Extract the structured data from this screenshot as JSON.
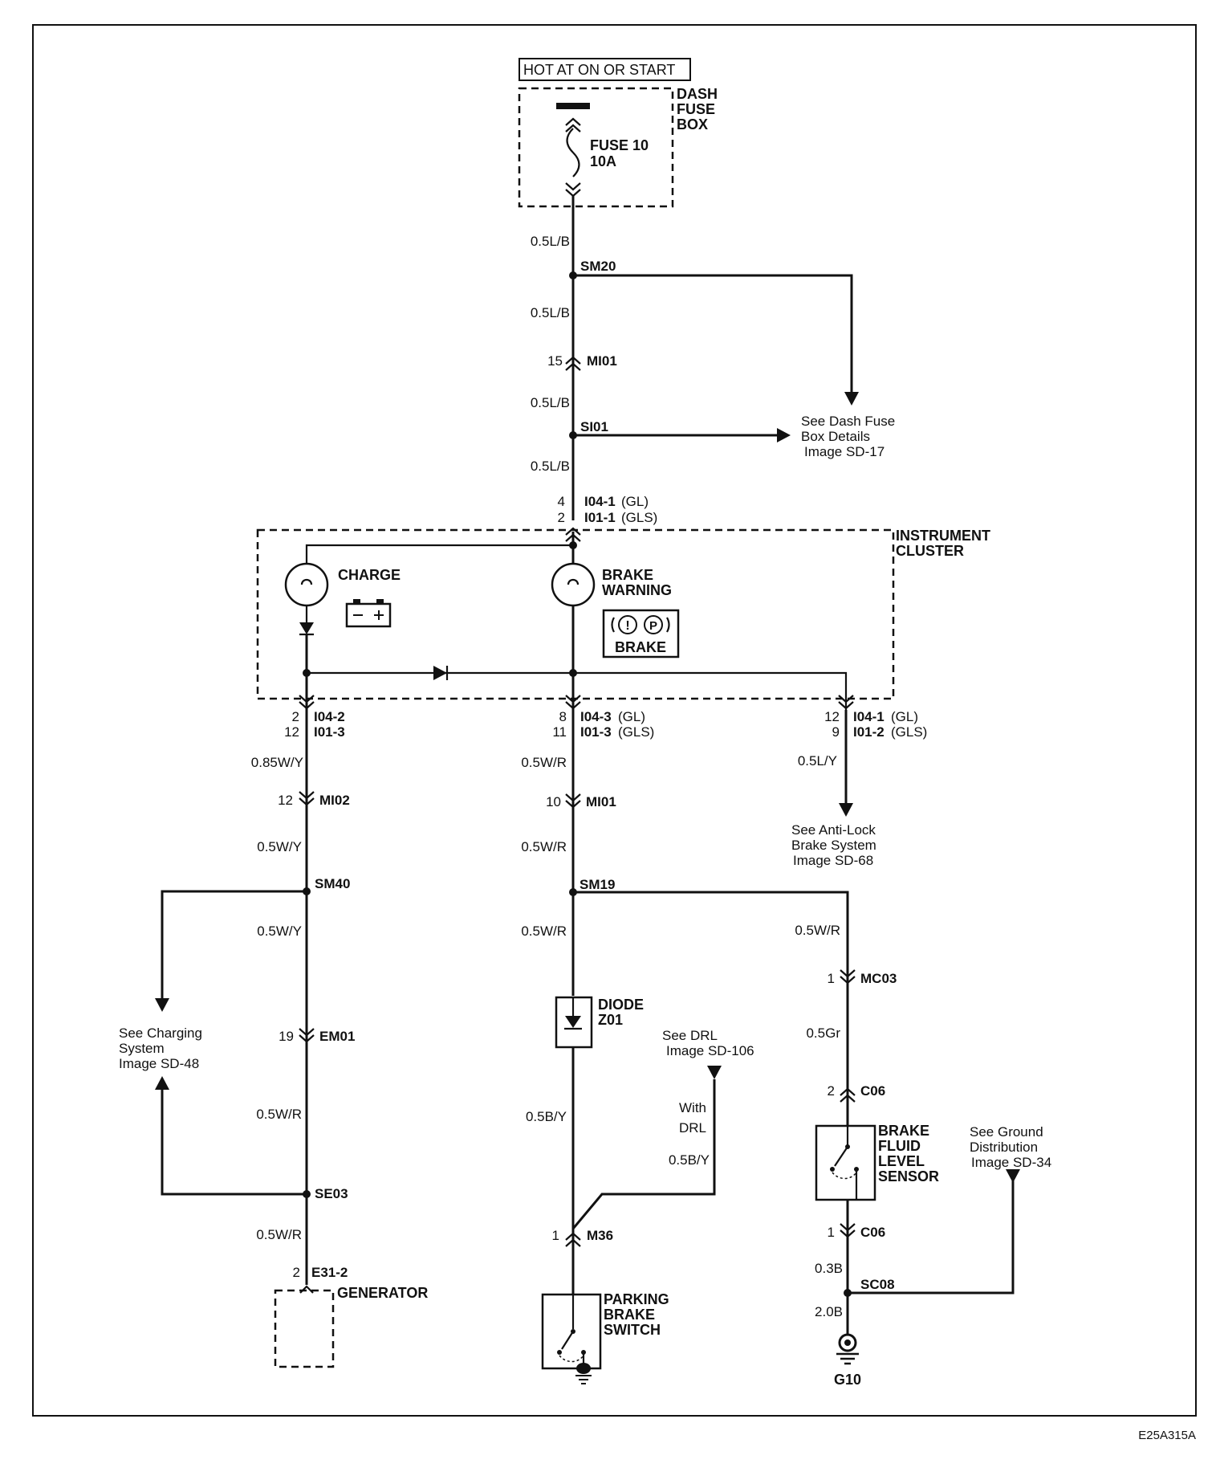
{
  "power_source": "HOT AT ON OR START",
  "fuse_box": {
    "label1": "DASH",
    "label2": "FUSE",
    "label3": "BOX",
    "fuse_name": "FUSE 10",
    "fuse_rating": "10A"
  },
  "wires": {
    "w1": "0.5L/B",
    "w2": "0.5L/B",
    "w3": "0.5L/B",
    "w4": "0.5L/B",
    "w_charge_1": "0.85W/Y",
    "w_charge_2": "0.5W/Y",
    "w_charge_3": "0.5W/Y",
    "w_charge_4": "0.5W/R",
    "w_charge_5": "0.5W/R",
    "w_brake_1": "0.5W/R",
    "w_brake_2": "0.5W/R",
    "w_brake_3": "0.5W/R",
    "w_brake_4": "0.5B/Y",
    "w_drl": "0.5B/Y",
    "w_abs": "0.5L/Y",
    "w_fluid_1": "0.5W/R",
    "w_fluid_2": "0.5Gr",
    "w_fluid_3": "0.3B",
    "w_fluid_4": "2.0B"
  },
  "splices": {
    "sm20": "SM20",
    "si01": "SI01",
    "sm40": "SM40",
    "se03": "SE03",
    "sm19": "SM19",
    "sc08": "SC08"
  },
  "connectors": {
    "mi01_top": {
      "pin": "15",
      "name": "MI01"
    },
    "cluster_in": {
      "pin1": "4",
      "name1": "I04-1",
      "suffix1": "(GL)",
      "pin2": "2",
      "name2": "I01-1",
      "suffix2": "(GLS)"
    },
    "charge_out": {
      "pin1": "2",
      "name1": "I04-2",
      "pin2": "12",
      "name2": "I01-3"
    },
    "brake_out": {
      "pin1": "8",
      "name1": "I04-3",
      "suffix1": "(GL)",
      "pin2": "11",
      "name2": "I01-3",
      "suffix2": "(GLS)"
    },
    "abs_out": {
      "pin1": "12",
      "name1": "I04-1",
      "suffix1": "(GL)",
      "pin2": "9",
      "name2": "I01-2",
      "suffix2": "(GLS)"
    },
    "mi02": {
      "pin": "12",
      "name": "MI02"
    },
    "mi01_mid": {
      "pin": "10",
      "name": "MI01"
    },
    "em01": {
      "pin": "19",
      "name": "EM01"
    },
    "mc03": {
      "pin": "1",
      "name": "MC03"
    },
    "c06_top": {
      "pin": "2",
      "name": "C06"
    },
    "c06_bottom": {
      "pin": "1",
      "name": "C06"
    },
    "m36": {
      "pin": "1",
      "name": "M36"
    },
    "e31": {
      "pin": "2",
      "name": "E31-2"
    }
  },
  "components": {
    "cluster_line1": "INSTRUMENT",
    "cluster_line2": "CLUSTER",
    "charge": "CHARGE",
    "brake_line1": "BRAKE",
    "brake_line2": "WARNING",
    "brake_symbol_1": "!",
    "brake_symbol_2": "P",
    "brake_symbol_text": "BRAKE",
    "diode_name": "DIODE",
    "diode_id": "Z01",
    "parking_line1": "PARKING",
    "parking_line2": "BRAKE",
    "parking_line3": "SWITCH",
    "fluid_line1": "BRAKE",
    "fluid_line2": "FLUID",
    "fluid_line3": "LEVEL",
    "fluid_line4": "SENSOR",
    "generator": "GENERATOR",
    "ground": "G10",
    "drl_line1": "With",
    "drl_line2": "DRL"
  },
  "references": {
    "fuse_box_ref": {
      "line1": "See Dash Fuse",
      "line2": "Box Details",
      "line3": "Image   SD-17"
    },
    "abs_ref": {
      "line1": "See Anti-Lock",
      "line2": "Brake System",
      "line3": "Image   SD-68"
    },
    "charging_ref": {
      "line1": "See Charging",
      "line2": "System",
      "line3": "Image  SD-48"
    },
    "drl_ref": {
      "line1": "See DRL",
      "line2": "Image   SD-106"
    },
    "ground_ref": {
      "line1": "See Ground",
      "line2": "Distribution",
      "line3": "Image   SD-34"
    }
  },
  "figure_code": "E25A315A"
}
